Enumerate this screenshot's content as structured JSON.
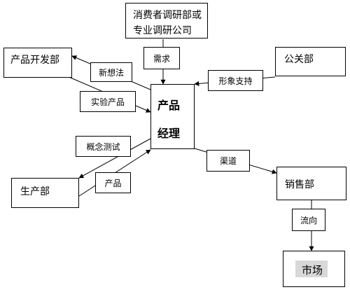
{
  "nodes": {
    "research_line1": "消费者调研部或",
    "research_line2": "专业调研公司",
    "product_dev": "产品开发部",
    "pr": "公关部",
    "pm_line1": "产品",
    "pm_line2": "经理",
    "production": "生产部",
    "sales": "销售部",
    "market": "市场"
  },
  "edges": {
    "demand": "需求",
    "new_idea": "新想法",
    "experimental_product": "实验产品",
    "image_support": "形象支持",
    "concept_test": "概念测试",
    "product": "产品",
    "channel": "渠道",
    "flow": "流向"
  }
}
